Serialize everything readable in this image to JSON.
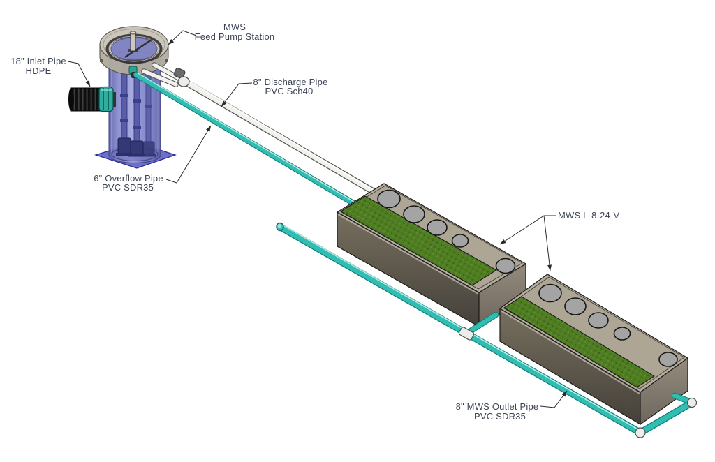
{
  "labels": {
    "inlet": {
      "line1": "18\" Inlet Pipe",
      "line2": "HDPE"
    },
    "pump_station": {
      "line1": "MWS",
      "line2": "Feed Pump Station"
    },
    "discharge": {
      "line1": "8\" Discharge Pipe",
      "line2": "PVC Sch40"
    },
    "overflow": {
      "line1": "6\" Overflow Pipe",
      "line2": "PVC SDR35"
    },
    "unit": {
      "label": "MWS L-8-24-V"
    },
    "outlet": {
      "line1": "8\" MWS Outlet Pipe",
      "line2": "PVC SDR35"
    }
  },
  "colors": {
    "label_text": "#3d4454",
    "leader": "#2a2a2a",
    "pipe_teal": "#31bdb2",
    "pipe_teal_dark": "#0e7f78",
    "pipe_teal_light": "#c9f2ef",
    "pipe_white": "#f1f1ee",
    "pipe_white_dark": "#55554f",
    "tank_purple": "#8487cd",
    "tank_purple_dark": "#565a9f",
    "base_plate": "#585cc4",
    "ring_tan": "#b2ac9f",
    "ring_tan_top": "#c9c3b6",
    "basin_top": "#b5ae9f",
    "basin_platform": "#aea695",
    "basin_front_top": "#77705f",
    "basin_front_bottom": "#45403a",
    "basin_right": "#938b7d",
    "green": "#4f7d22",
    "green_dark": "#3c611a",
    "green_light": "#659433",
    "cover_gray": "#a4a4a4",
    "inlet_black": "#101010",
    "fitting_green": "#2ea397"
  }
}
